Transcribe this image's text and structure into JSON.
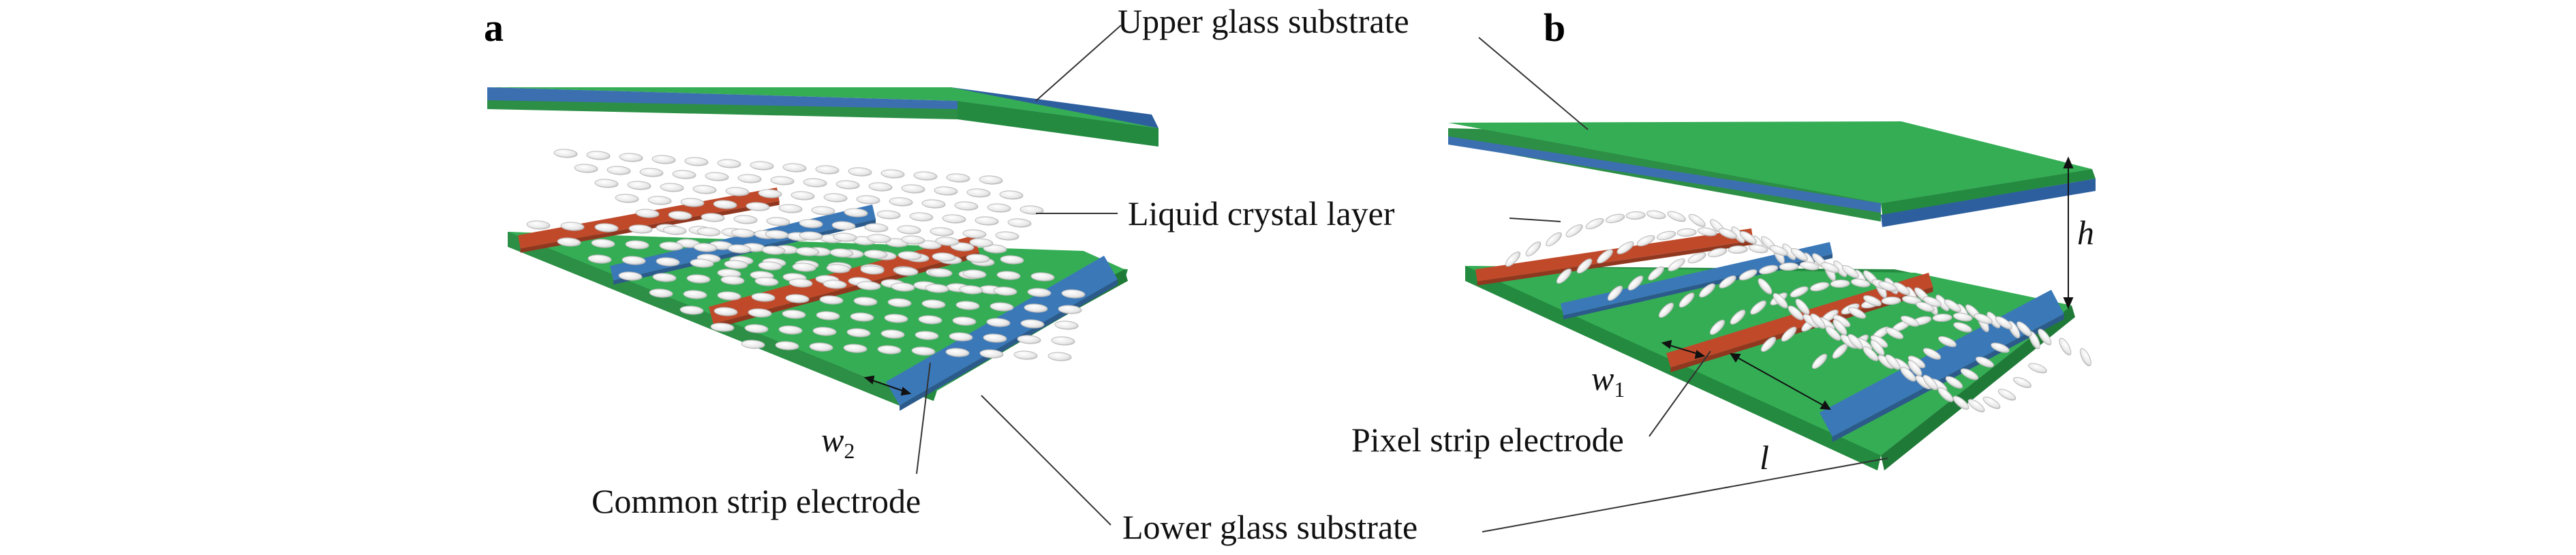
{
  "panels": {
    "a": "a",
    "b": "b"
  },
  "labels": {
    "upper_glass": "Upper glass substrate",
    "liquid_crystal": "Liquid crystal layer",
    "lower_glass": "Lower glass substrate",
    "common_electrode": "Common strip electrode",
    "pixel_electrode": "Pixel strip electrode"
  },
  "dimensions": {
    "w2_base": "w",
    "w2_sub": "2",
    "w1_base": "w",
    "w1_sub": "1",
    "h": "h",
    "l": "l"
  },
  "colors": {
    "glass_top": "#35ad55",
    "glass_side": "#238a3f",
    "glass_edge": "#3c6fb0",
    "pixel_electrode": "#c0492a",
    "common_electrode": "#3b78b8",
    "lc_molecule": "#f2f2f2",
    "lc_shadow": "#b9b9b9",
    "leader_line": "#333333"
  }
}
